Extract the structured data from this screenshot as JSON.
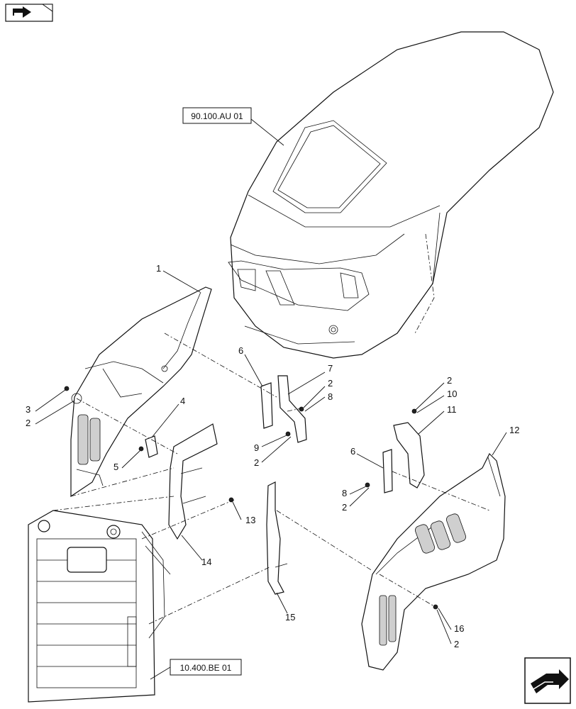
{
  "references": {
    "hood": "90.100.AU 01",
    "radiator": "10.400.BE 01"
  },
  "icons": {
    "top_left": "previous-page-arrow-icon",
    "bottom_right": "next-page-arrow-icon"
  },
  "callouts": {
    "c1": "1",
    "c2a": "2",
    "c3": "3",
    "c4": "4",
    "c5": "5",
    "c6a": "6",
    "c7": "7",
    "c2b": "2",
    "c8a": "8",
    "c9": "9",
    "c2c": "2",
    "c2d": "2",
    "c10": "10",
    "c11": "11",
    "c12": "12",
    "c6b": "6",
    "c8b": "8",
    "c2e": "2",
    "c13": "13",
    "c14": "14",
    "c15": "15",
    "c16": "16",
    "c2f": "2"
  }
}
